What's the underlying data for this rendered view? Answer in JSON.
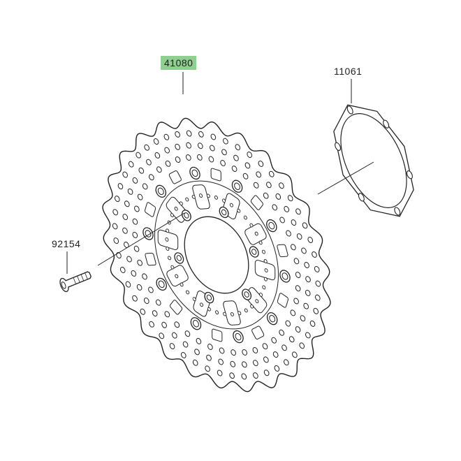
{
  "parts": {
    "disc": {
      "number": "41080",
      "highlighted": true,
      "highlight_color": "#8fcf8f"
    },
    "gasket": {
      "number": "11061"
    },
    "bolt": {
      "number": "92154"
    }
  },
  "colors": {
    "line": "#222222",
    "background": "#ffffff"
  }
}
